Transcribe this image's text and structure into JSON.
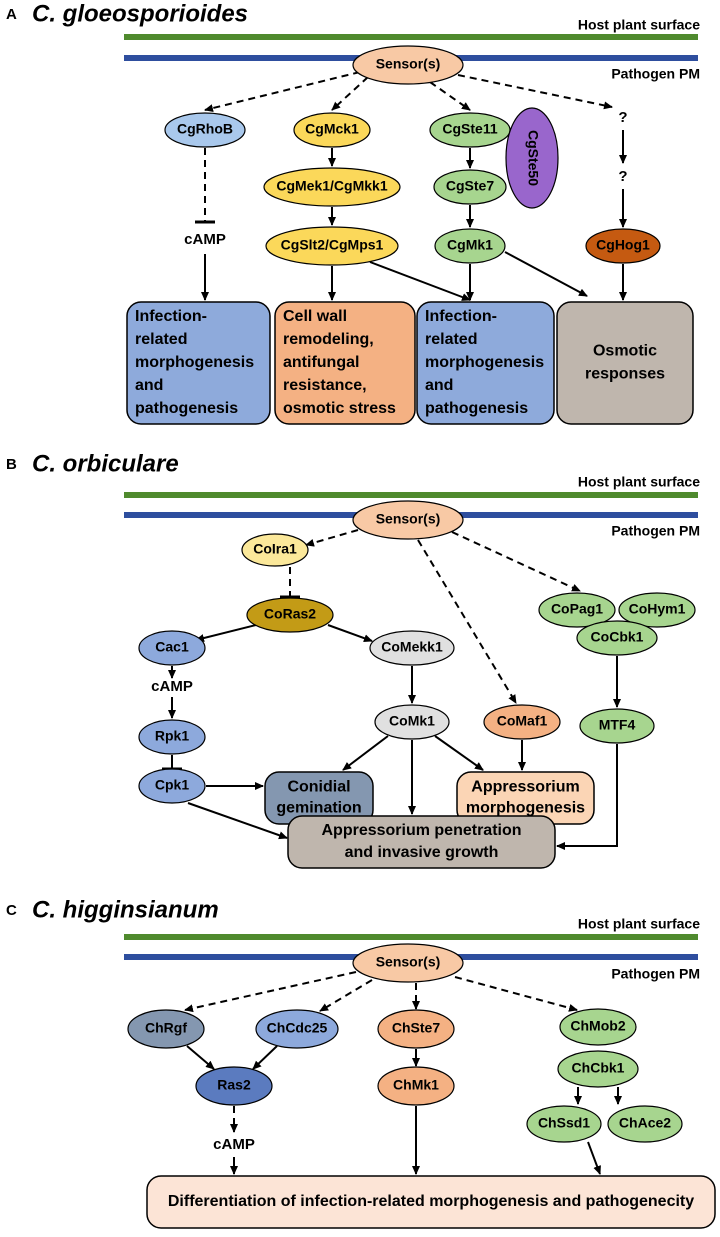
{
  "colors": {
    "host_surface": "#4f8a2e",
    "pathogen_pm": "#2e4e9e",
    "sensor": "#f8c9a5",
    "blue_light": "#a9c8ec",
    "yellow": "#fbd85a",
    "yellow_pale": "#fbe89a",
    "green": "#a7d58f",
    "purple": "#9966cc",
    "orange_dark": "#c55a11",
    "gold": "#c39b16",
    "gray_light": "#e0e0e0",
    "peach": "#f4b183",
    "blue_mid": "#8da9dc",
    "slate": "#8497b0",
    "navy": "#5b7bbf",
    "box_blue": "#8eaadb",
    "box_orange": "#f4b183",
    "box_gray": "#bfb6ad",
    "box_slate": "#8497b0",
    "box_peach": "#fbd5b5",
    "box_light": "#fce4d6"
  },
  "panels": [
    {
      "letter": "A",
      "title": "C. gloeosporioides",
      "membrane": {
        "host": "Host plant surface",
        "pathogen": "Pathogen PM"
      },
      "nodes": [
        {
          "id": "sensor",
          "label": "Sensor(s)"
        },
        {
          "id": "cgrhob",
          "label": "CgRhoB"
        },
        {
          "id": "cgmck1",
          "label": "CgMck1"
        },
        {
          "id": "cgste11",
          "label": "CgSte11"
        },
        {
          "id": "cgste50",
          "label": "CgSte50"
        },
        {
          "id": "q1",
          "label": "?"
        },
        {
          "id": "q2",
          "label": "?"
        },
        {
          "id": "camp",
          "label": "cAMP"
        },
        {
          "id": "cgmek1",
          "label": "CgMek1/CgMkk1"
        },
        {
          "id": "cgste7",
          "label": "CgSte7"
        },
        {
          "id": "cgslt2",
          "label": "CgSlt2/CgMps1"
        },
        {
          "id": "cgmk1",
          "label": "CgMk1"
        },
        {
          "id": "cghog1",
          "label": "CgHog1"
        }
      ],
      "outcomes": [
        {
          "id": "out1",
          "lines": [
            "Infection-",
            "related",
            "morphogenesis",
            "and",
            "pathogenesis"
          ]
        },
        {
          "id": "out2",
          "lines": [
            "Cell wall",
            "remodeling,",
            "antifungal",
            "resistance,",
            "osmotic stress"
          ]
        },
        {
          "id": "out3",
          "lines": [
            "Infection-",
            "related",
            "morphogenesis",
            "and",
            "pathogenesis"
          ]
        },
        {
          "id": "out4",
          "lines": [
            "Osmotic",
            "responses"
          ]
        }
      ]
    },
    {
      "letter": "B",
      "title": "C. orbiculare",
      "membrane": {
        "host": "Host plant surface",
        "pathogen": "Pathogen PM"
      },
      "nodes": [
        {
          "id": "sensor",
          "label": "Sensor(s)"
        },
        {
          "id": "coira1",
          "label": "CoIra1"
        },
        {
          "id": "coras2",
          "label": "CoRas2"
        },
        {
          "id": "cac1",
          "label": "Cac1"
        },
        {
          "id": "comekk1",
          "label": "CoMekk1"
        },
        {
          "id": "copag1",
          "label": "CoPag1"
        },
        {
          "id": "cohym1",
          "label": "CoHym1"
        },
        {
          "id": "cocbk1",
          "label": "CoCbk1"
        },
        {
          "id": "camp",
          "label": "cAMP"
        },
        {
          "id": "comk1",
          "label": "CoMk1"
        },
        {
          "id": "comaf1",
          "label": "CoMaf1"
        },
        {
          "id": "rpk1",
          "label": "Rpk1"
        },
        {
          "id": "mtf4",
          "label": "MTF4"
        },
        {
          "id": "cpk1",
          "label": "Cpk1"
        }
      ],
      "outcomes": [
        {
          "id": "conidial",
          "lines": [
            "Conidial",
            "gemination"
          ]
        },
        {
          "id": "appmorph",
          "lines": [
            "Appressorium",
            "morphogenesis"
          ]
        },
        {
          "id": "apppen",
          "lines": [
            "Appressorium penetration",
            "and invasive growth"
          ]
        }
      ]
    },
    {
      "letter": "C",
      "title": "C. higginsianum",
      "membrane": {
        "host": "Host plant surface",
        "pathogen": "Pathogen PM"
      },
      "nodes": [
        {
          "id": "sensor",
          "label": "Sensor(s)"
        },
        {
          "id": "chrgf",
          "label": "ChRgf"
        },
        {
          "id": "chcdc25",
          "label": "ChCdc25"
        },
        {
          "id": "chste7",
          "label": "ChSte7"
        },
        {
          "id": "chmob2",
          "label": "ChMob2"
        },
        {
          "id": "ras2",
          "label": "Ras2"
        },
        {
          "id": "chcbk1",
          "label": "ChCbk1"
        },
        {
          "id": "chmk1",
          "label": "ChMk1"
        },
        {
          "id": "chssd1",
          "label": "ChSsd1"
        },
        {
          "id": "chace2",
          "label": "ChAce2"
        },
        {
          "id": "camp",
          "label": "cAMP"
        }
      ],
      "outcomes": [
        {
          "id": "diff",
          "lines": [
            "Differentiation of infection-related morphogenesis and pathogenecity"
          ]
        }
      ]
    }
  ]
}
